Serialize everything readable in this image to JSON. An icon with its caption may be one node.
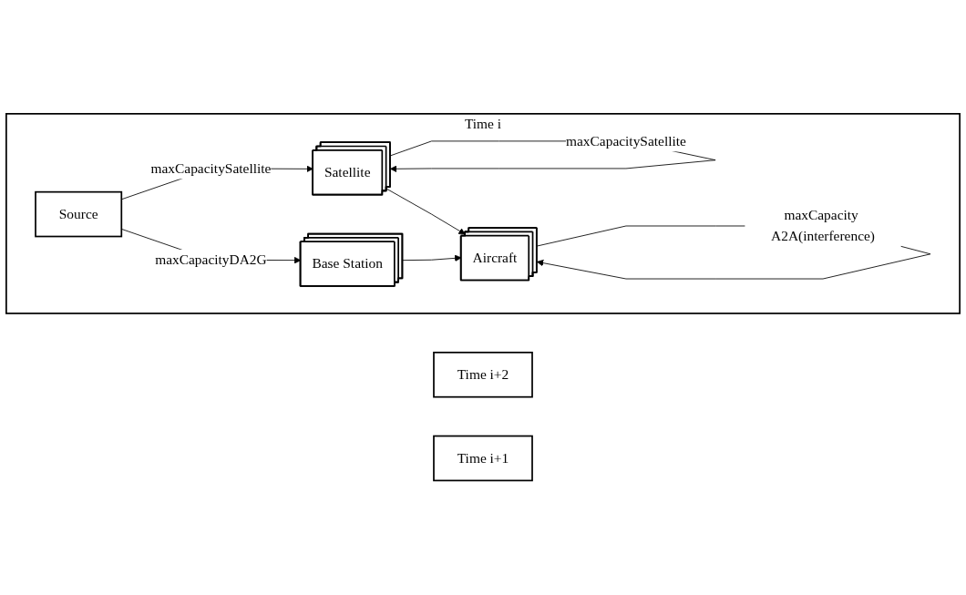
{
  "diagram": {
    "nodes": [
      {
        "text": [
          "Time  i+2"
        ]
      },
      {
        "text": [
          "Time  i+1"
        ]
      },
      {
        "text": [
          "Time  i"
        ]
      },
      {
        "text": [
          "Source"
        ],
        "in": 2
      },
      {
        "text": [
          "Satellite"
        ],
        "in": 2
      },
      {
        "text": [
          "Base Station"
        ],
        "in": 2
      },
      {
        "text": [
          "Aircraft"
        ],
        "in": 2
      }
    ],
    "edges": [
      {
        "from": 3,
        "to": 4,
        "arrow": "to",
        "label": "maxCapacitySatellite"
      },
      {
        "from": 4,
        "to": 4,
        "arrow": "to",
        "label": "maxCapacitySatellite"
      },
      {
        "from": 3,
        "to": 5,
        "arrow": "to",
        "label": "maxCapacityDA2G"
      },
      {
        "from": 4,
        "to": 6,
        "arrow": "to"
      },
      {
        "from": 5,
        "to": 6,
        "arrow": "to"
      },
      {
        "from": 6,
        "to": 6,
        "arrow": "to",
        "label": "maxCapacity A2A(interference)"
      }
    ]
  }
}
